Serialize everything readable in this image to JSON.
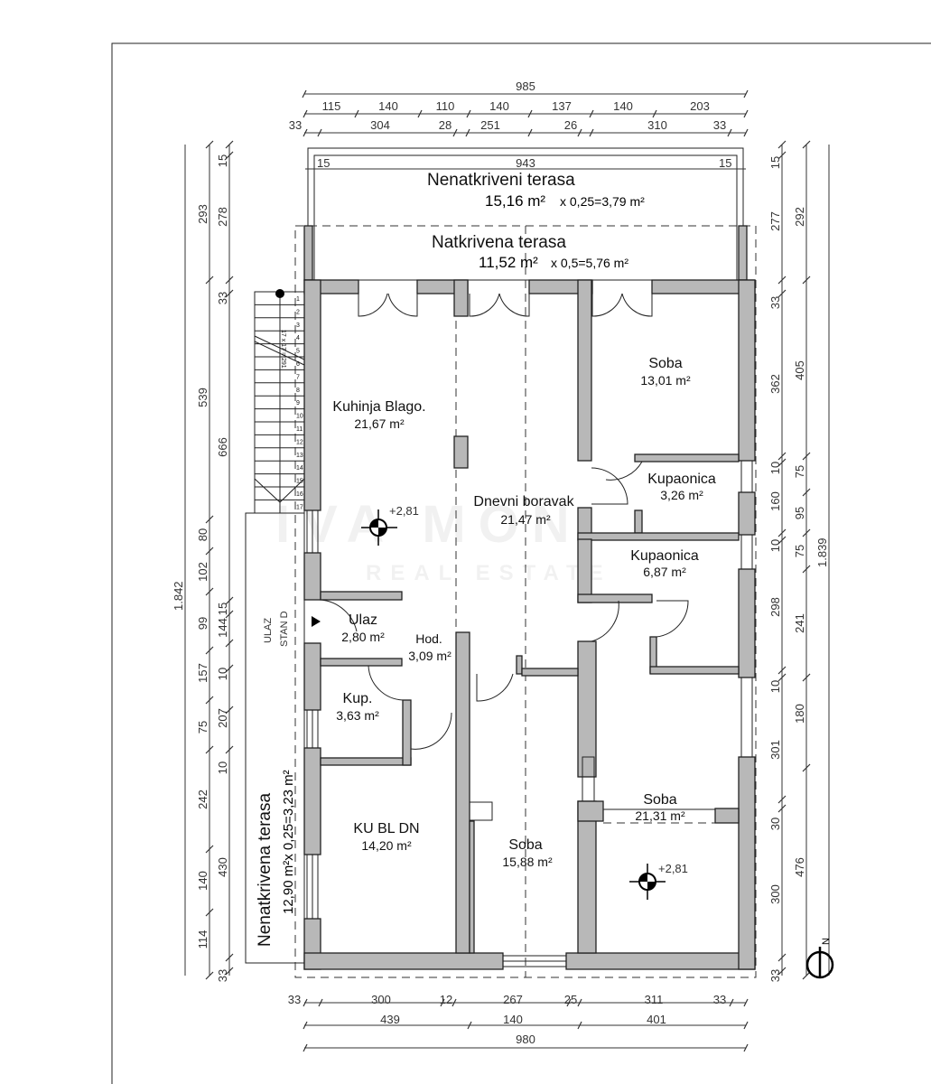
{
  "rooms": {
    "unroofed_terrace_top": {
      "name": "Nenatkriveni terasa",
      "area": "15,16 m²",
      "calc": "x 0,25=3,79 m²"
    },
    "roofed_terrace": {
      "name": "Natkrivena terasa",
      "area": "11,52 m²",
      "calc": "x 0,5=5,76 m²"
    },
    "kitchen": {
      "name": "Kuhinja Blago.",
      "area": "21,67 m²"
    },
    "living": {
      "name": "Dnevni boravak",
      "area": "21,47 m²"
    },
    "room1": {
      "name": "Soba",
      "area": "13,01 m²"
    },
    "bath1": {
      "name": "Kupaonica",
      "area": "3,26 m²"
    },
    "bath2": {
      "name": "Kupaonica",
      "area": "6,87 m²"
    },
    "entry": {
      "name": "Ulaz",
      "area": "2,80 m²"
    },
    "hall": {
      "name": "Hod.",
      "area": "3,09 m²"
    },
    "kup": {
      "name": "Kup.",
      "area": "3,63 m²"
    },
    "kubldn": {
      "name": "KU BL DN",
      "area": "14,20 m²"
    },
    "room2": {
      "name": "Soba",
      "area": "15,88 m²"
    },
    "room3": {
      "name": "Soba",
      "area": "21,31 m²"
    },
    "unroofed_terrace_side": {
      "name": "Nenatkrivena terasa",
      "calc": "12,90 m²x 0,25=3,23 m²"
    }
  },
  "entrance_label": [
    "ULAZ",
    "STAN D"
  ],
  "levels": [
    "+2,81",
    "+2,81"
  ],
  "stairs": {
    "formula": "17 x 17 = 291",
    "steps": [
      "1",
      "2",
      "3",
      "4",
      "5",
      "6",
      "7",
      "8",
      "9",
      "10",
      "11",
      "12",
      "13",
      "14",
      "15",
      "16",
      "17"
    ]
  },
  "watermark": {
    "line1": "IVA MON",
    "line2": "REAL ESTATE"
  },
  "north": "N",
  "dims": {
    "top_total": "985",
    "top_row2": [
      "115",
      "140",
      "110",
      "140",
      "137",
      "140",
      "203"
    ],
    "top_row3": [
      "33",
      "304",
      "28",
      "251",
      "26",
      "310",
      "33"
    ],
    "terrace": [
      "15",
      "943",
      "15"
    ],
    "left_total": "1.842",
    "left_row2": [
      "293",
      "539",
      "80",
      "102",
      "99",
      "157",
      "75",
      "242",
      "140",
      "114"
    ],
    "left_row3": [
      "15",
      "278",
      "33",
      "666",
      "15",
      "144",
      "10",
      "207",
      "10",
      "430",
      "33"
    ],
    "right_row1": [
      "15",
      "277",
      "33",
      "362",
      "10",
      "160",
      "10",
      "298",
      "10",
      "301",
      "30",
      "300",
      "33"
    ],
    "right_row2": [
      "292",
      "405",
      "75",
      "95",
      "75",
      "241",
      "180",
      "476"
    ],
    "right_total": "1.839",
    "bottom_row1": [
      "33",
      "300",
      "12",
      "267",
      "25",
      "311",
      "33"
    ],
    "bottom_row2": [
      "439",
      "140",
      "401"
    ],
    "bottom_total": "980"
  }
}
